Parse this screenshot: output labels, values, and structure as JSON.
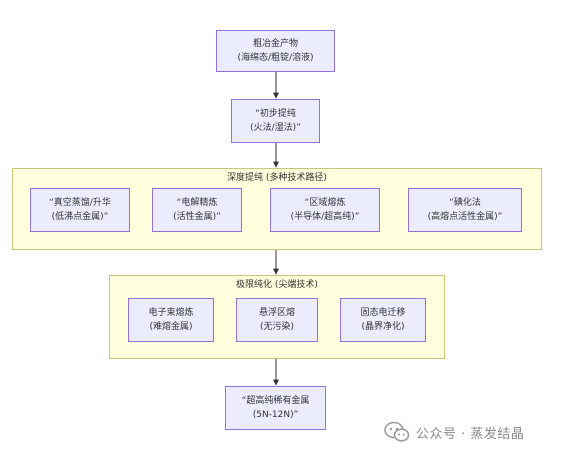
{
  "diagram": {
    "nodes": {
      "crude_metal": {
        "line1": "粗冶金产物",
        "line2": "(海绵态/粗锭/溶液)"
      },
      "primary_purification": {
        "line1": "“初步提纯",
        "line2": "(火法/湿法)”"
      },
      "vacuum_distillation": {
        "line1": "“真空蒸馏/升华",
        "line2": "(低沸点金属)”"
      },
      "electrorefining": {
        "line1": "“电解精炼",
        "line2": "(活性金属)”"
      },
      "zone_refining": {
        "line1": "“区域熔炼",
        "line2": "(半导体/超高纯)”"
      },
      "iodide_process": {
        "line1": "“碘化法",
        "line2": "(高熔点活性金属)”"
      },
      "electron_beam_melting": {
        "line1": "电子束熔炼",
        "line2": "(难熔金属)"
      },
      "float_zone": {
        "line1": "悬浮区熔",
        "line2": "(无污染)"
      },
      "solid_state_electrotransport": {
        "line1": "固态电迁移",
        "line2": "(晶界净化)"
      },
      "ultra_pure_metal": {
        "line1": "“超高纯稀有金属",
        "line2": "(5N-12N)”"
      }
    },
    "clusters": {
      "deep_purification": {
        "title": "深度提纯 (多种技术路径)"
      },
      "extreme_purification": {
        "title": "极限纯化 (尖端技术)"
      }
    }
  },
  "watermark": {
    "text": "公众号 · 蒸发结晶",
    "icon": "wechat-icon"
  },
  "colors": {
    "node_fill": "#ececff",
    "node_stroke": "#9370db",
    "cluster_fill": "#ffffde",
    "cluster_stroke": "#c8c87a",
    "edge": "#333333"
  }
}
